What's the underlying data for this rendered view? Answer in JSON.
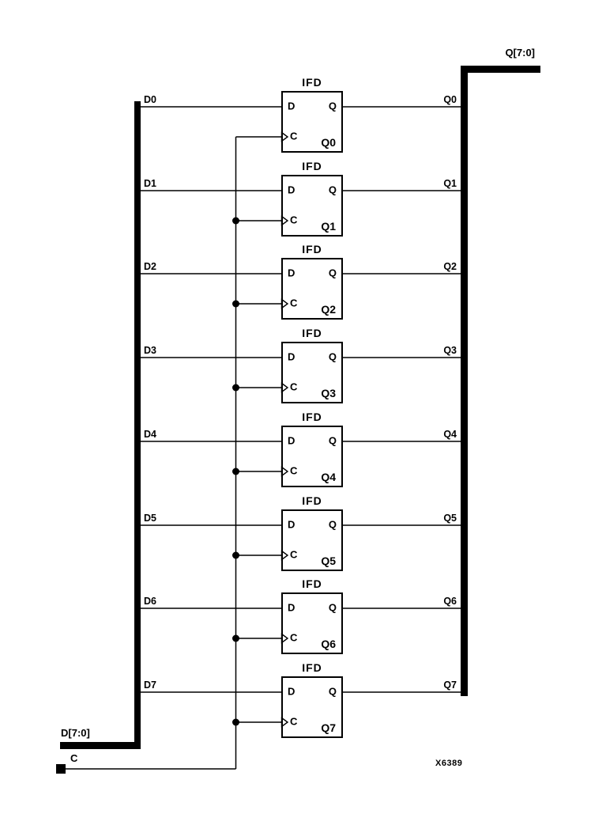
{
  "labels": {
    "q_bus": "Q[7:0]",
    "d_bus": "D[7:0]",
    "clock_input": "C",
    "figure_number": "X6389"
  },
  "pins": {
    "d": "D",
    "q": "Q",
    "c": "C"
  },
  "flip_flops": [
    {
      "title": "IFD",
      "instance": "Q0",
      "input_label": "D0",
      "output_label": "Q0"
    },
    {
      "title": "IFD",
      "instance": "Q1",
      "input_label": "D1",
      "output_label": "Q1"
    },
    {
      "title": "IFD",
      "instance": "Q2",
      "input_label": "D2",
      "output_label": "Q2"
    },
    {
      "title": "IFD",
      "instance": "Q3",
      "input_label": "D3",
      "output_label": "Q3"
    },
    {
      "title": "IFD",
      "instance": "Q4",
      "input_label": "D4",
      "output_label": "Q4"
    },
    {
      "title": "IFD",
      "instance": "Q5",
      "input_label": "D5",
      "output_label": "Q5"
    },
    {
      "title": "IFD",
      "instance": "Q6",
      "input_label": "D6",
      "output_label": "Q6"
    },
    {
      "title": "IFD",
      "instance": "Q7",
      "input_label": "D7",
      "output_label": "Q7"
    }
  ],
  "colors": {
    "ink": "#000000",
    "background": "#ffffff"
  }
}
